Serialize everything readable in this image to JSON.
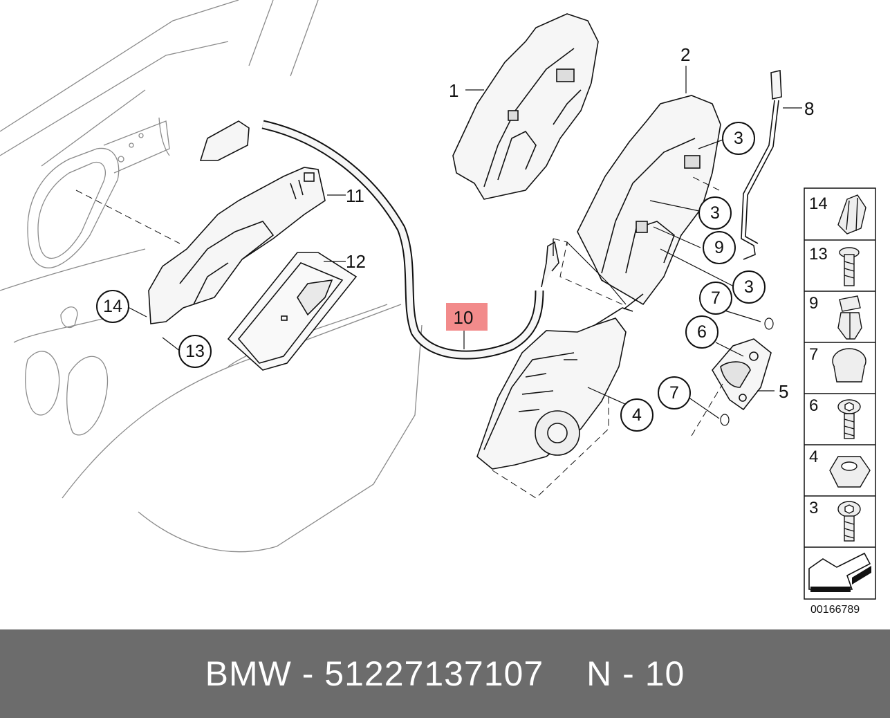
{
  "diagram": {
    "callouts": [
      {
        "id": "part-1",
        "label": "1"
      },
      {
        "id": "part-2",
        "label": "2"
      },
      {
        "id": "part-8",
        "label": "8"
      },
      {
        "id": "part-11",
        "label": "11"
      },
      {
        "id": "part-12",
        "label": "12"
      },
      {
        "id": "part-5",
        "label": "5"
      }
    ],
    "bubbles": [
      {
        "id": "bubble-3a",
        "label": "3"
      },
      {
        "id": "bubble-3b",
        "label": "3"
      },
      {
        "id": "bubble-9",
        "label": "9"
      },
      {
        "id": "bubble-3c",
        "label": "3"
      },
      {
        "id": "bubble-7a",
        "label": "7"
      },
      {
        "id": "bubble-6",
        "label": "6"
      },
      {
        "id": "bubble-7b",
        "label": "7"
      },
      {
        "id": "bubble-4",
        "label": "4"
      },
      {
        "id": "bubble-14",
        "label": "14"
      },
      {
        "id": "bubble-13",
        "label": "13"
      }
    ],
    "highlighted_part": {
      "label": "10",
      "color": "#f28b8b"
    },
    "legend": {
      "items": [
        {
          "label": "14",
          "icon": "plastic-clip-icon"
        },
        {
          "label": "13",
          "icon": "screw-icon"
        },
        {
          "label": "9",
          "icon": "expanding-rivet-icon"
        },
        {
          "label": "7",
          "icon": "grommet-icon"
        },
        {
          "label": "6",
          "icon": "torx-screw-icon"
        },
        {
          "label": "4",
          "icon": "hex-nut-icon"
        },
        {
          "label": "3",
          "icon": "torx-screw-icon"
        }
      ],
      "arrow_icon": "direction-arrow-icon"
    },
    "reference_number": "00166789"
  },
  "footer": {
    "brand_part": "BMW - 51227137107",
    "position": "N - 10"
  }
}
